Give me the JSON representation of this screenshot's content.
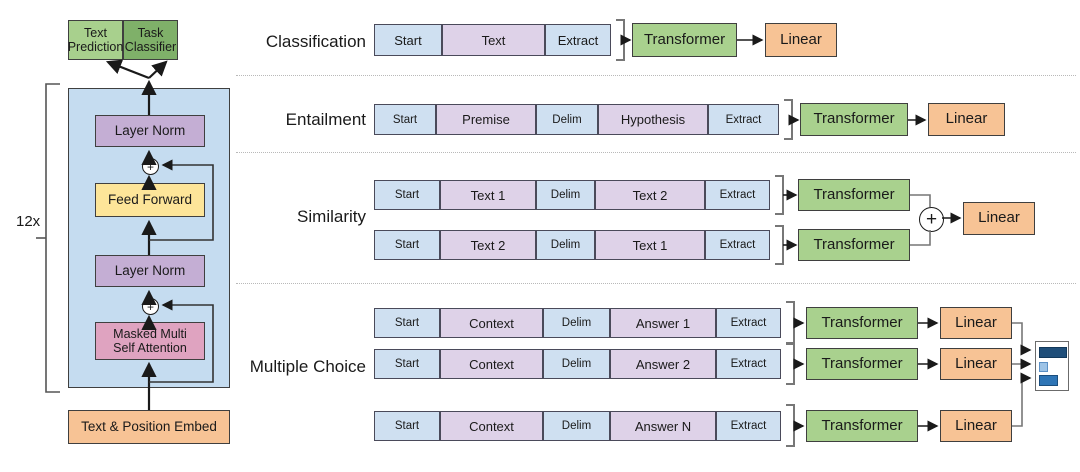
{
  "figure": {
    "title": "GPT Transformer architecture and task-specific input transformations",
    "repeat_label": "12x"
  },
  "colors": {
    "green_light": "#a8d08d",
    "green_dark": "#7fb069",
    "green": "#a9d18e",
    "purple": "#c4aed4",
    "purple_pale": "#ded2e8",
    "yellow": "#fde599",
    "pink": "#dfa3c0",
    "orange": "#f7c395",
    "blue_pale": "#cfe0f1",
    "blue_block": "#c5dcf0",
    "bar_dark": "#1f4e79",
    "bar_mid": "#2e75b6",
    "bar_light": "#9dc3e6",
    "stroke": "#3f3f3f",
    "separator": "#b9b9b9"
  },
  "left_panel": {
    "heads": [
      {
        "label": "Text\nPrediction",
        "color": "green_light"
      },
      {
        "label": "Task\nClassifier",
        "color": "green_dark"
      }
    ],
    "block_layers": [
      {
        "label": "Layer Norm",
        "color": "purple"
      },
      {
        "label": "Feed Forward",
        "color": "yellow"
      },
      {
        "label": "Layer Norm",
        "color": "purple"
      },
      {
        "label": "Masked Multi\nSelf Attention",
        "color": "pink"
      }
    ],
    "embedding": {
      "label": "Text & Position Embed",
      "color": "orange"
    },
    "residual_add_symbol": "+",
    "repeat": "12x"
  },
  "tasks": [
    {
      "name": "Classification",
      "label": "Classification",
      "rows": [
        {
          "tokens": [
            {
              "label": "Start",
              "color": "blue_pale",
              "w": 68
            },
            {
              "label": "Text",
              "color": "purple_pale",
              "w": 103
            },
            {
              "label": "Extract",
              "color": "blue_pale",
              "w": 66
            }
          ],
          "transformer": "Transformer",
          "linear": "Linear"
        }
      ]
    },
    {
      "name": "Entailment",
      "label": "Entailment",
      "rows": [
        {
          "tokens": [
            {
              "label": "Start",
              "color": "blue_pale",
              "w": 62
            },
            {
              "label": "Premise",
              "color": "purple_pale",
              "w": 100
            },
            {
              "label": "Delim",
              "color": "blue_pale",
              "w": 62
            },
            {
              "label": "Hypothesis",
              "color": "purple_pale",
              "w": 110
            },
            {
              "label": "Extract",
              "color": "blue_pale",
              "w": 71
            }
          ],
          "transformer": "Transformer",
          "linear": "Linear"
        }
      ]
    },
    {
      "name": "Similarity",
      "label": "Similarity",
      "combine_symbol": "+",
      "linear": "Linear",
      "rows": [
        {
          "tokens": [
            {
              "label": "Start",
              "color": "blue_pale",
              "w": 66
            },
            {
              "label": "Text 1",
              "color": "purple_pale",
              "w": 96
            },
            {
              "label": "Delim",
              "color": "blue_pale",
              "w": 59
            },
            {
              "label": "Text 2",
              "color": "purple_pale",
              "w": 110
            },
            {
              "label": "Extract",
              "color": "blue_pale",
              "w": 65
            }
          ],
          "transformer": "Transformer"
        },
        {
          "tokens": [
            {
              "label": "Start",
              "color": "blue_pale",
              "w": 66
            },
            {
              "label": "Text 2",
              "color": "purple_pale",
              "w": 96
            },
            {
              "label": "Delim",
              "color": "blue_pale",
              "w": 59
            },
            {
              "label": "Text 1",
              "color": "purple_pale",
              "w": 110
            },
            {
              "label": "Extract",
              "color": "blue_pale",
              "w": 65
            }
          ],
          "transformer": "Transformer"
        }
      ]
    },
    {
      "name": "Multiple Choice",
      "label": "Multiple Choice",
      "rows": [
        {
          "tokens": [
            {
              "label": "Start",
              "color": "blue_pale",
              "w": 66
            },
            {
              "label": "Context",
              "color": "purple_pale",
              "w": 103
            },
            {
              "label": "Delim",
              "color": "blue_pale",
              "w": 67
            },
            {
              "label": "Answer 1",
              "color": "purple_pale",
              "w": 106
            },
            {
              "label": "Extract",
              "color": "blue_pale",
              "w": 65
            }
          ],
          "transformer": "Transformer",
          "linear": "Linear"
        },
        {
          "tokens": [
            {
              "label": "Start",
              "color": "blue_pale",
              "w": 66
            },
            {
              "label": "Context",
              "color": "purple_pale",
              "w": 103
            },
            {
              "label": "Delim",
              "color": "blue_pale",
              "w": 67
            },
            {
              "label": "Answer 2",
              "color": "purple_pale",
              "w": 106
            },
            {
              "label": "Extract",
              "color": "blue_pale",
              "w": 65
            }
          ],
          "transformer": "Transformer",
          "linear": "Linear"
        },
        {
          "tokens": [
            {
              "label": "Start",
              "color": "blue_pale",
              "w": 66
            },
            {
              "label": "Context",
              "color": "purple_pale",
              "w": 103
            },
            {
              "label": "Delim",
              "color": "blue_pale",
              "w": 67
            },
            {
              "label": "Answer N",
              "color": "purple_pale",
              "w": 106
            },
            {
              "label": "Extract",
              "color": "blue_pale",
              "w": 65
            }
          ],
          "transformer": "Transformer",
          "linear": "Linear"
        }
      ],
      "output_chart": {
        "type": "bar",
        "orientation": "horizontal",
        "values": [
          1.0,
          0.14,
          0.52
        ],
        "colors": [
          "bar_dark",
          "bar_light",
          "bar_mid"
        ]
      }
    }
  ]
}
